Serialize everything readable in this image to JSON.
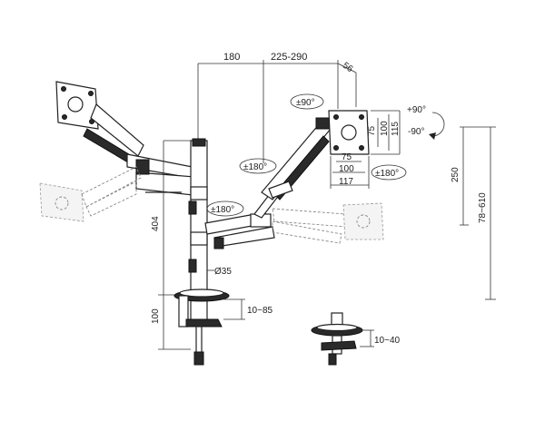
{
  "dimensions": {
    "arm_reach": "180",
    "arm_extension": "225-290",
    "tilt_depth": "56",
    "vesa_75": "75",
    "vesa_100": "100",
    "vesa_115": "115",
    "vesa_h75": "75",
    "vesa_h100": "100",
    "vesa_h117": "117",
    "height_250": "250",
    "pole_404": "404",
    "clamp_100": "100",
    "pole_diameter": "Ø35",
    "clamp_range": "10~85",
    "grommet_range": "10~40",
    "total_height": "78~610"
  },
  "rotations": {
    "tilt_90": "±90°",
    "rotate_arm_top": "±180°",
    "rotate_arm_mid": "±180°",
    "rotate_monitor": "±180°",
    "tilt_plus": "+90°",
    "tilt_minus": "-90°"
  }
}
